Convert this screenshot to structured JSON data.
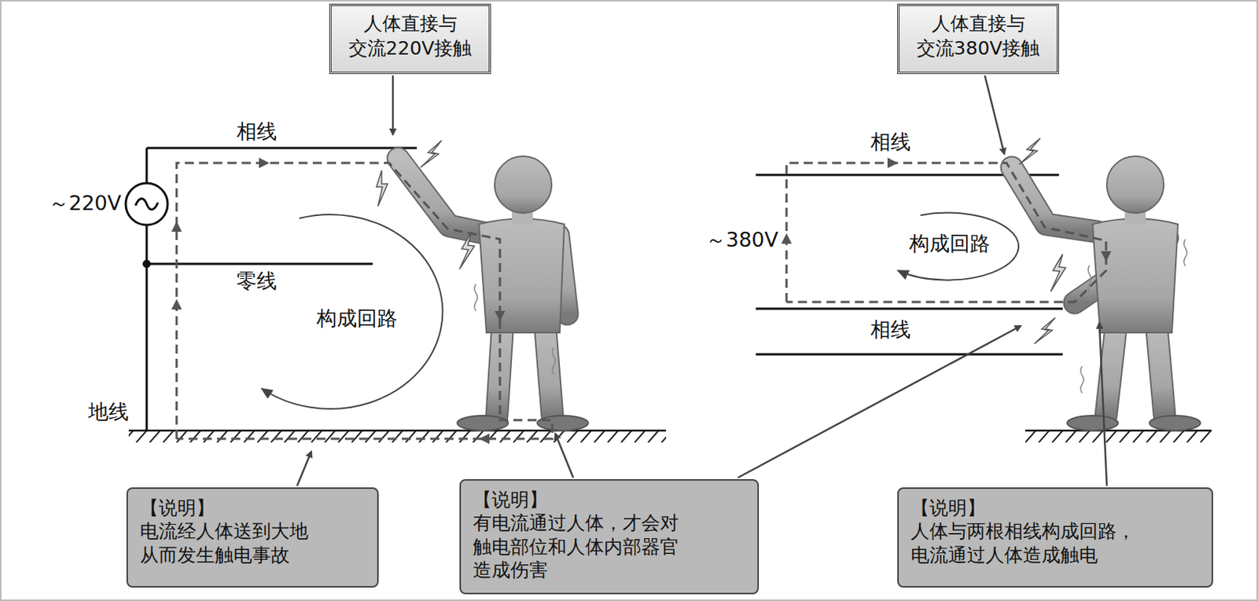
{
  "diagram": {
    "nodes": [
      {
        "text": [
          "人体直接与 交流220V接触"
        ]
      },
      {
        "text": [
          "人体直接与 交流380V接触"
        ]
      },
      {
        "text": [
          "【说明】",
          "电流经人体送到大地 从而发生触电事故"
        ]
      },
      {
        "text": [
          "【说明】",
          "有电流通过人体，才会对 触电部位和人体内部器官 造成伤害"
        ]
      },
      {
        "text": [
          "【说明】",
          "人体与两根相线构成回路， 电流通过人体造成触电"
        ]
      }
    ],
    "labels": [
      "相线",
      "～220V",
      "零线",
      "构成回路",
      "地线",
      "相线",
      "～380V",
      "构成回路",
      "相线"
    ]
  }
}
